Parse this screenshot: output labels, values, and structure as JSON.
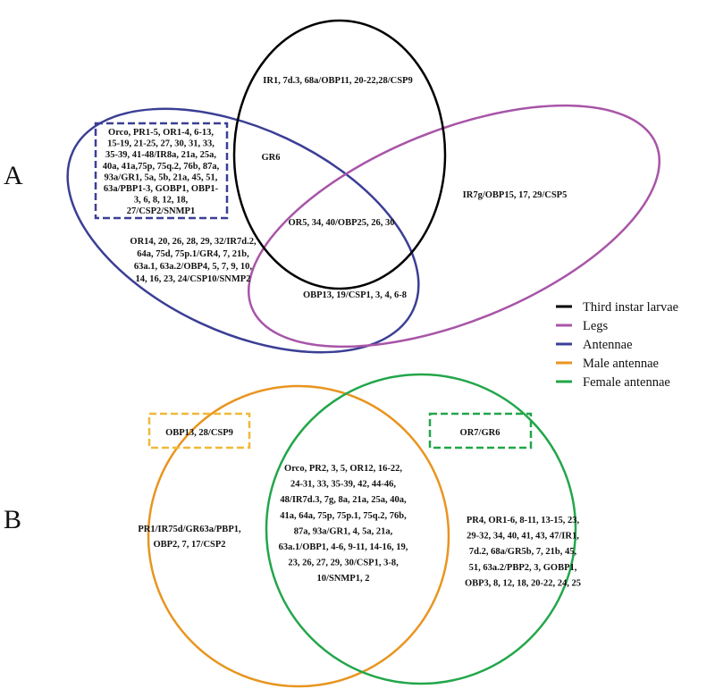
{
  "panel_a_letter": "A",
  "panel_b_letter": "B",
  "legend": [
    {
      "label": "Third instar larvae",
      "color": "#000000"
    },
    {
      "label": "Legs",
      "color": "#a855a8"
    },
    {
      "label": "Antennae",
      "color": "#3b3f95"
    },
    {
      "label": "Male antennae",
      "color": "#e8951f"
    },
    {
      "label": "Female antennae",
      "color": "#22a64a"
    }
  ],
  "panel_a": {
    "larvae_only": [
      "IR1, 7d.3, 68a/OBP11, 20-22,28/CSP9"
    ],
    "larvae_antennae": [
      "GR6"
    ],
    "legs_only": [
      "IR7g/OBP15, 17, 29/CSP5"
    ],
    "all_three": [
      "OR5, 34, 40/OBP25, 26, 30"
    ],
    "antennae_legs": [
      "OBP13, 19/CSP1, 3, 4, 6-8"
    ],
    "antennae_only_boxed": [
      "Orco, PR1-5, OR1-4, 6-13,",
      "15-19, 21-25, 27, 30, 31, 33,",
      "35-39, 41-48/IR8a, 21a, 25a,",
      "40a, 41a,75p, 75q.2, 76b, 87a,",
      "93a/GR1, 5a, 5b, 21a, 45, 51,",
      "63a/PBP1-3, GOBP1, OBP1-",
      "3, 6, 8, 12, 18,",
      "27/CSP2/SNMP1"
    ],
    "antennae_only": [
      "OR14, 20, 26, 28, 29, 32/IR7d.2,",
      "64a, 75d, 75p.1/GR4, 7, 21b,",
      "63a.1, 63a.2/OBP4, 5, 7, 9, 10,",
      "14, 16, 23, 24/CSP10/SNMP2"
    ]
  },
  "panel_b": {
    "male_only_boxed": [
      "OBP13, 28/CSP9"
    ],
    "male_only": [
      "PR1/IR75d/GR63a/PBP1,",
      "OBP2, 7, 17/CSP2"
    ],
    "shared": [
      "Orco, PR2, 3, 5, OR12, 16-22,",
      "24-31, 33, 35-39, 42, 44-46,",
      "48/IR7d.3, 7g, 8a, 21a, 25a, 40a,",
      "41a, 64a, 75p, 75p.1, 75q.2, 76b,",
      "87a, 93a/GR1, 4, 5a, 21a,",
      "63a.1/OBP1, 4-6, 9-11, 14-16, 19,",
      "23, 26, 27, 29, 30/CSP1, 3-8,",
      "10/SNMP1, 2"
    ],
    "female_only_boxed": [
      "OR7/GR6"
    ],
    "female_only": [
      "PR4, OR1-6, 8-11, 13-15, 23,",
      "29-32, 34, 40, 41, 43, 47/IR1,",
      "7d.2, 68a/GR5b, 7, 21b, 45,",
      "51, 63a.2/PBP2, 3, GOBP1,",
      "OBP3, 8, 12, 18, 20-22, 24, 25"
    ]
  }
}
